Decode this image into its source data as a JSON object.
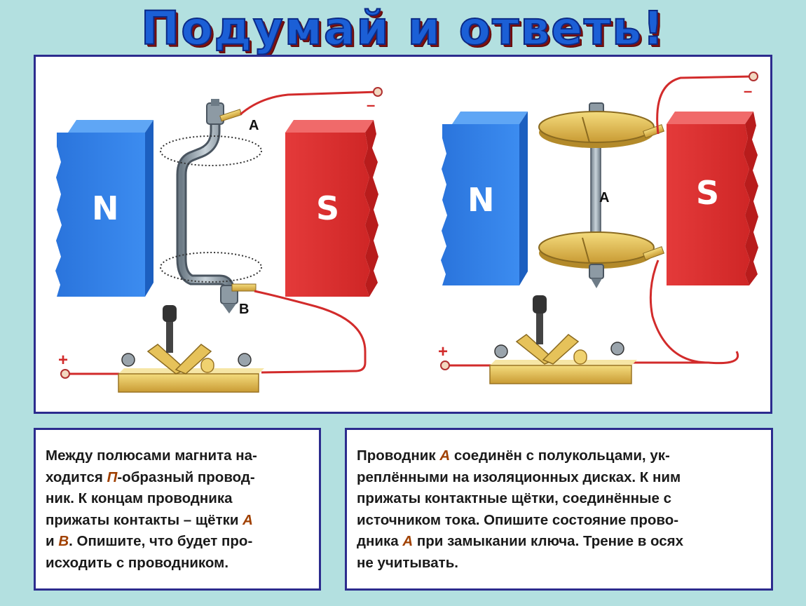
{
  "title": "Подумай и ответь!",
  "figure": {
    "left": {
      "pole_n": "N",
      "pole_s": "S",
      "label_a": "А",
      "label_b": "В",
      "plus_sign": "+",
      "minus_sign": "–"
    },
    "right": {
      "pole_n": "N",
      "pole_s": "S",
      "label_a": "А",
      "plus_sign": "+",
      "minus_sign": "–"
    }
  },
  "box_left": {
    "lines": [
      {
        "text": "Между полюсами магнита на-"
      },
      {
        "pre": "ходится ",
        "hl": "П",
        "post": "-образный провод-"
      },
      {
        "text": "ник. К концам проводника"
      },
      {
        "pre": "прижаты контакты – щётки ",
        "hl": "А",
        "post": ""
      },
      {
        "pre": "и ",
        "hl": "В",
        "post": ". Опишите, что будет про-"
      },
      {
        "text": "исходить с проводником."
      }
    ]
  },
  "box_right": {
    "lines": [
      {
        "pre": "Проводник ",
        "hl": "А",
        "post": " соединён с полукольцами, ук-"
      },
      {
        "text": "реплёнными на изоляционных дисках. К ним"
      },
      {
        "text": "прижаты контактные щётки, соединённые с"
      },
      {
        "text": "источником тока.  Опишите состояние прово-"
      },
      {
        "pre": "дника ",
        "hl": "А",
        "post": " при замыкании ключа. Трение в осях"
      },
      {
        "text": "не учитывать."
      }
    ]
  },
  "colors": {
    "background": "#b3e0e0",
    "frame_border": "#2c2c8e",
    "magnet_north": "#2f7fe6",
    "magnet_south": "#e03434",
    "wire": "#d22b2b",
    "brass": "#e6c25a",
    "highlight_text": "#a04000"
  }
}
